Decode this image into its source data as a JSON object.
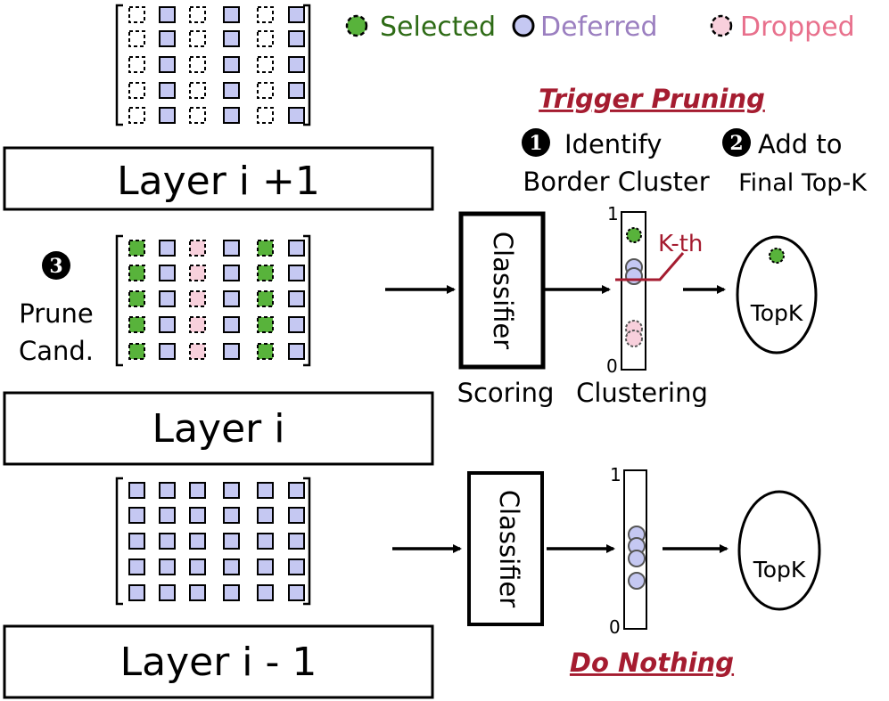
{
  "legend": {
    "selected": "Selected",
    "deferred": "Deferred",
    "dropped": "Dropped"
  },
  "colors": {
    "selected": "#58b33b",
    "selected_text": "#2e6b16",
    "deferred": "#c5c8f2",
    "deferred_text": "#9b7fc0",
    "dropped": "#f8d0dc",
    "dropped_text": "#e8708c",
    "accent": "#a51c30"
  },
  "layers": {
    "upper": "Layer i +1",
    "middle": "Layer i",
    "lower": "Layer i - 1"
  },
  "prune": {
    "step_number": "3",
    "line1": "Prune",
    "line2": "Cand."
  },
  "pipeline": {
    "trigger_title": "Trigger Pruning",
    "step1_number": "1",
    "step1_line1": "Identify",
    "step1_line2": "Border Cluster",
    "step2_number": "2",
    "step2_line1": "Add to",
    "step2_line2": "Final Top-K",
    "classifier": "Classifier",
    "scoring": "Scoring",
    "clustering": "Clustering",
    "kth": "K-th",
    "topk": "TopK",
    "axis_top": "1",
    "axis_bottom": "0",
    "do_nothing": "Do Nothing"
  },
  "token_grid": {
    "upper_column_states": [
      "dropped",
      "deferred",
      "dropped",
      "deferred",
      "dropped",
      "deferred"
    ],
    "middle_column_states": [
      "selected",
      "deferred",
      "dropped",
      "deferred",
      "selected",
      "deferred"
    ],
    "lower_column_states": [
      "deferred",
      "deferred",
      "deferred",
      "deferred",
      "deferred",
      "deferred"
    ]
  }
}
